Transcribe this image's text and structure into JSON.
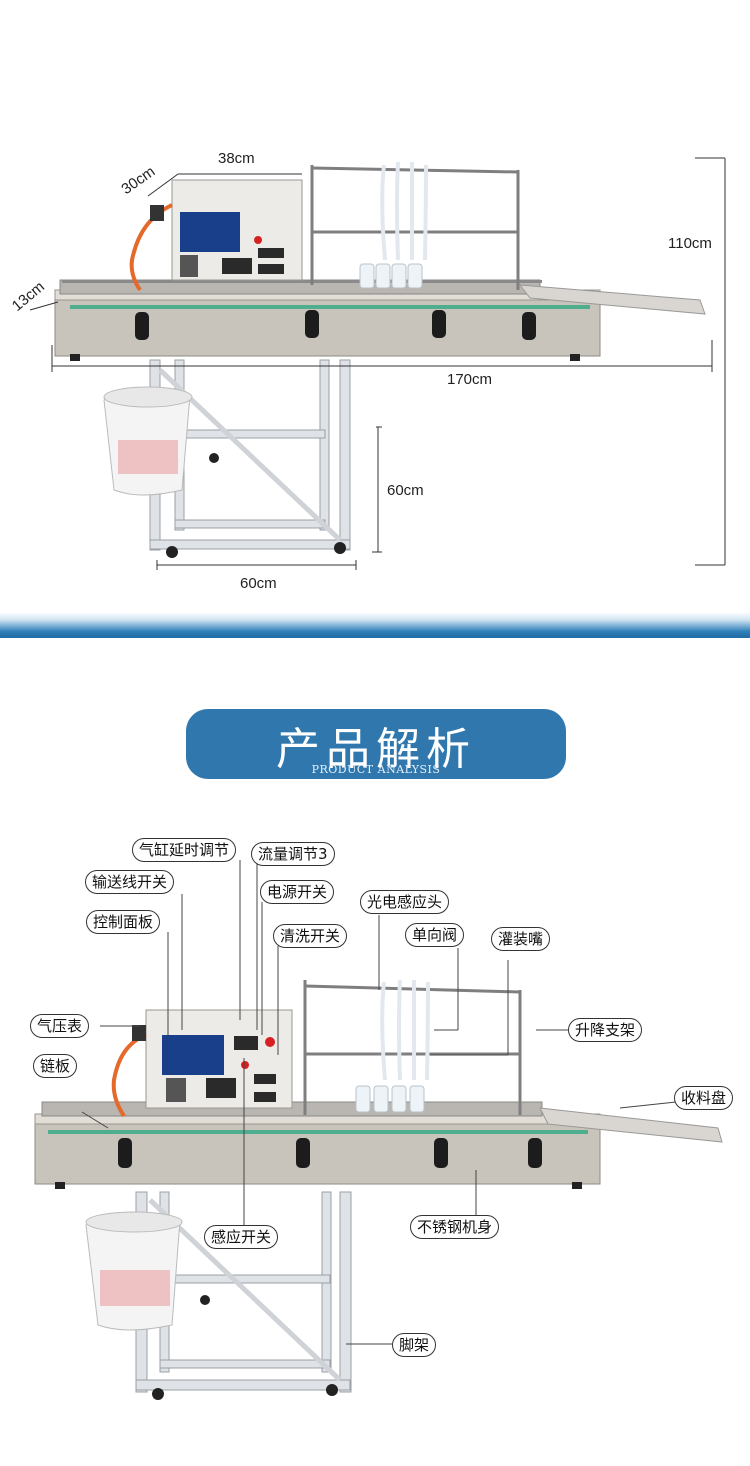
{
  "dimensions": {
    "top_width": "38cm",
    "depth": "30cm",
    "belt_width": "13cm",
    "total_height": "110cm",
    "length": "170cm",
    "stand_height": "60cm",
    "stand_width": "60cm"
  },
  "section": {
    "title": "产品解析",
    "subtitle": "PRODUCT ANALYSIS"
  },
  "labels": {
    "cylinder_delay": "气缸延时调节",
    "flow_adjust": "流量调节3",
    "conveyor_switch": "输送线开关",
    "power_switch": "电源开关",
    "control_panel": "控制面板",
    "photo_sensor": "光电感应头",
    "clean_switch": "清洗开关",
    "check_valve": "单向阀",
    "filling_nozzle": "灌装嘴",
    "pressure_gauge": "气压表",
    "lift_bracket": "升降支架",
    "chain_plate": "链板",
    "collect_tray": "收料盘",
    "stainless_body": "不锈钢机身",
    "sensor_switch": "感应开关",
    "foot_frame": "脚架"
  },
  "colors": {
    "banner": "#2f77ad",
    "steel": "#c9c4bb",
    "frame": "#d5d8dc",
    "panel_screen": "#1a3f8a",
    "nozzle_red": "#d82020"
  }
}
